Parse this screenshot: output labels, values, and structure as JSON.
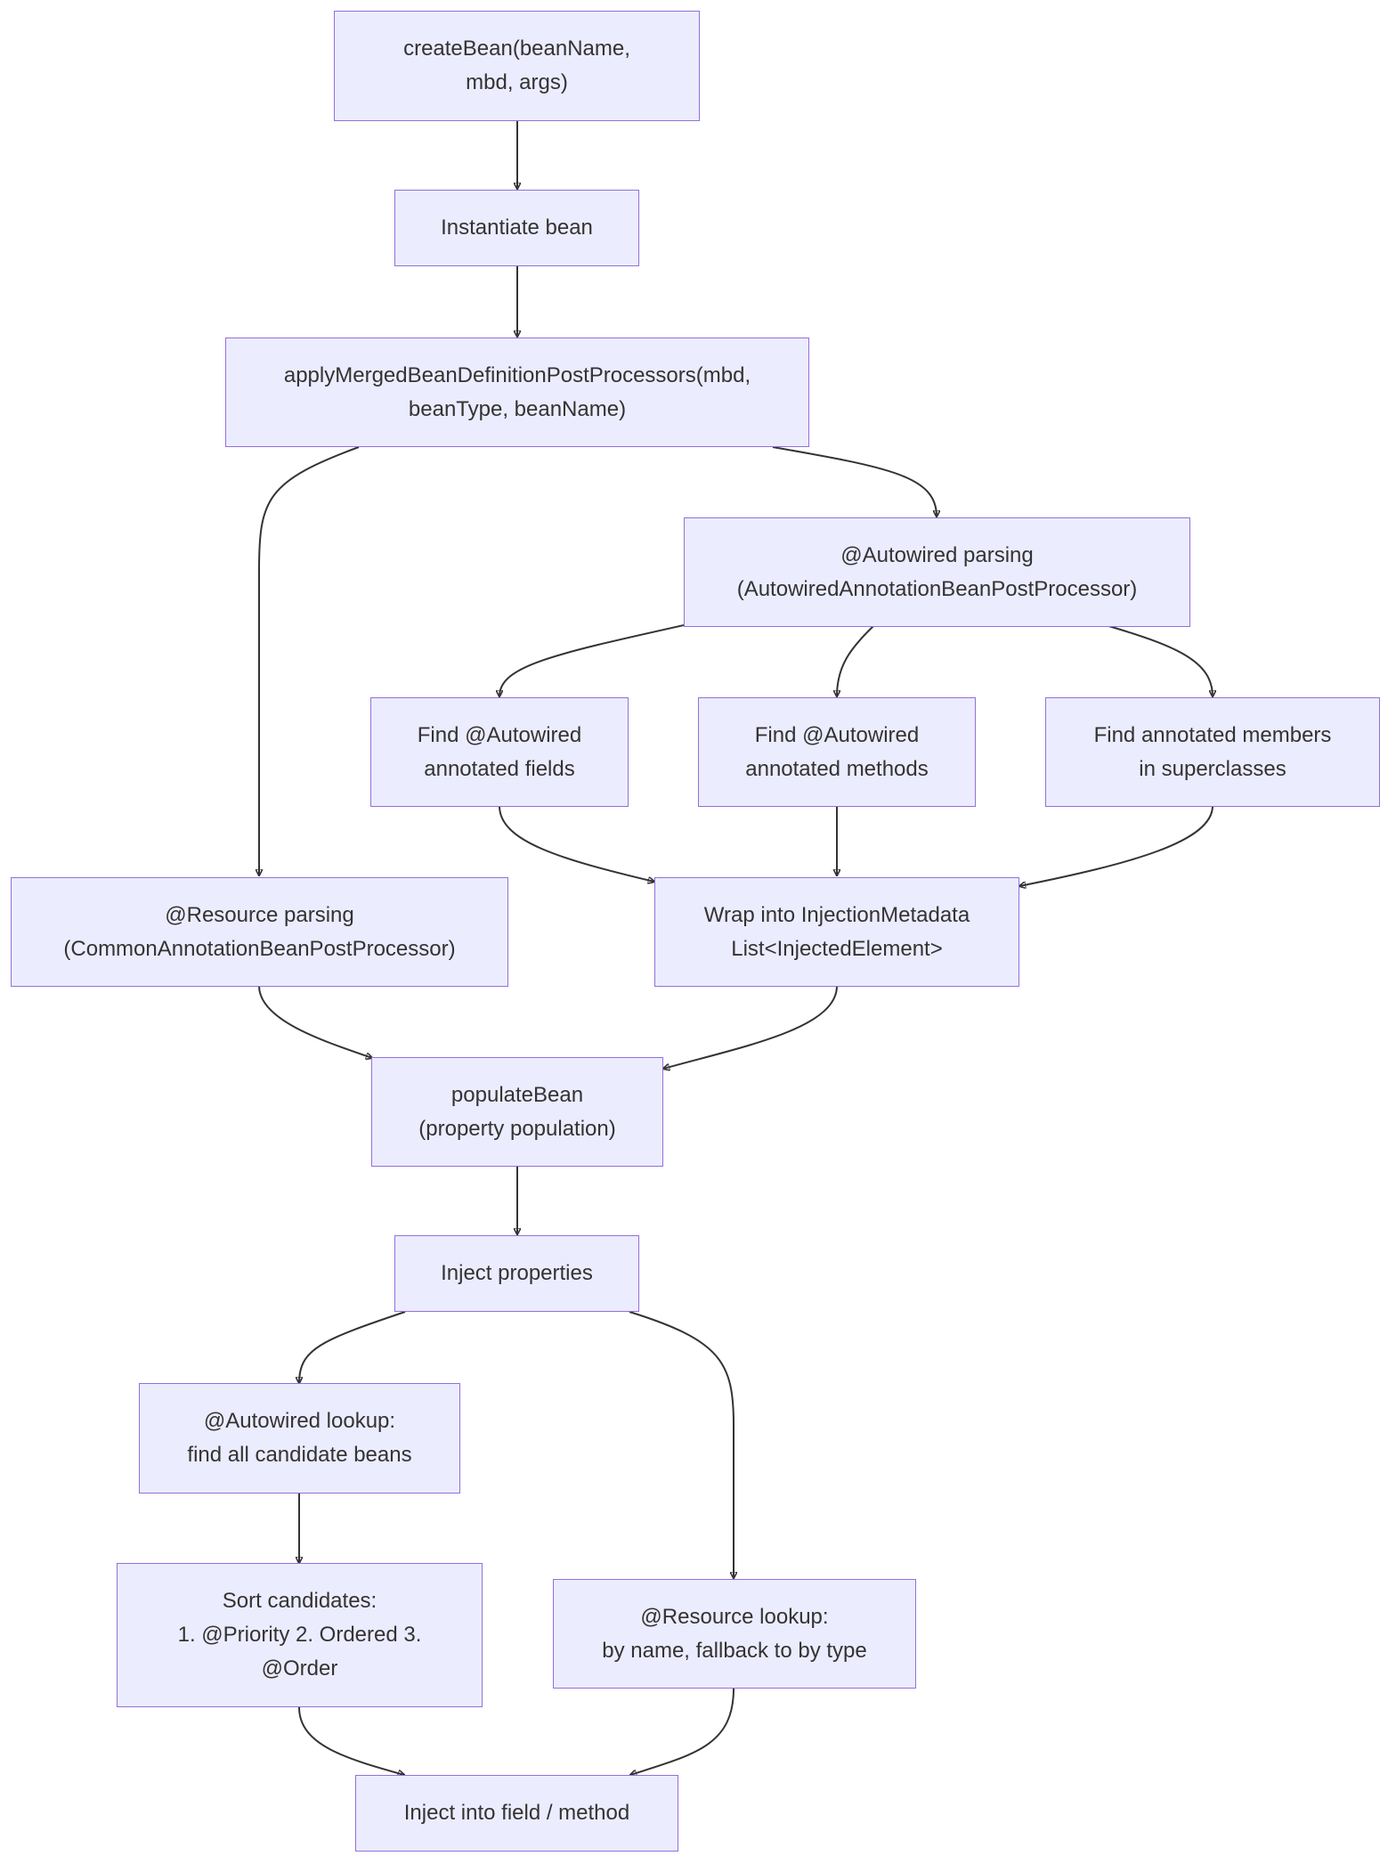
{
  "diagram": {
    "type": "flowchart",
    "direction": "top-down",
    "colors": {
      "node_fill": "#ECECFF",
      "node_border": "#9370DB",
      "text": "#333333",
      "edge": "#333333"
    },
    "nodes": {
      "create_bean": "createBean(beanName,\nmbd, args)",
      "instantiate": "Instantiate bean",
      "apply_merged": "applyMergedBeanDefinitionPostProcessors(mbd,\nbeanType, beanName)",
      "autowired_parsing": "@Autowired parsing\n(AutowiredAnnotationBeanPostProcessor)",
      "find_fields": "Find @Autowired\nannotated fields",
      "find_methods": "Find @Autowired\nannotated methods",
      "find_superclasses": "Find annotated members\nin superclasses",
      "resource_parsing": "@Resource parsing\n(CommonAnnotationBeanPostProcessor)",
      "wrap_metadata": "Wrap into InjectionMetadata\nList<InjectedElement>",
      "populate_bean": "populateBean\n(property population)",
      "inject_properties": "Inject properties",
      "autowired_lookup": "@Autowired lookup:\nfind all candidate beans",
      "sort_candidates": "Sort candidates:\n1. @Priority  2. Ordered  3.\n@Order",
      "resource_lookup": "@Resource lookup:\nby name, fallback to by type",
      "inject_into": "Inject into field / method"
    },
    "edges": [
      {
        "from": "create_bean",
        "to": "instantiate"
      },
      {
        "from": "instantiate",
        "to": "apply_merged"
      },
      {
        "from": "apply_merged",
        "to": "autowired_parsing"
      },
      {
        "from": "apply_merged",
        "to": "resource_parsing"
      },
      {
        "from": "autowired_parsing",
        "to": "find_fields"
      },
      {
        "from": "autowired_parsing",
        "to": "find_methods"
      },
      {
        "from": "autowired_parsing",
        "to": "find_superclasses"
      },
      {
        "from": "find_fields",
        "to": "wrap_metadata"
      },
      {
        "from": "find_methods",
        "to": "wrap_metadata"
      },
      {
        "from": "find_superclasses",
        "to": "wrap_metadata"
      },
      {
        "from": "resource_parsing",
        "to": "populate_bean"
      },
      {
        "from": "wrap_metadata",
        "to": "populate_bean"
      },
      {
        "from": "populate_bean",
        "to": "inject_properties"
      },
      {
        "from": "inject_properties",
        "to": "autowired_lookup"
      },
      {
        "from": "inject_properties",
        "to": "resource_lookup"
      },
      {
        "from": "autowired_lookup",
        "to": "sort_candidates"
      },
      {
        "from": "sort_candidates",
        "to": "inject_into"
      },
      {
        "from": "resource_lookup",
        "to": "inject_into"
      }
    ]
  }
}
